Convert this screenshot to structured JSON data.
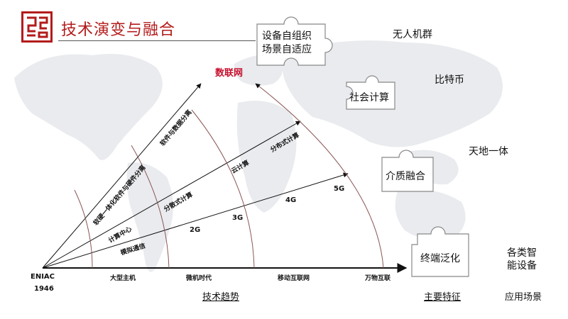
{
  "header": {
    "title": "技术演变与融合",
    "logo_icon": "seal-logo-icon",
    "accent_color": "#b31b1b"
  },
  "origin": {
    "name": "ENIAC",
    "year": "1946"
  },
  "peak_label": "数联网",
  "trend_lines": {
    "software_hardware": [
      "软硬一体化",
      "软件与硬件分离",
      "软件与数据分离"
    ],
    "computing": [
      "计算中心",
      "分散式计算",
      "云计算",
      "分布式计算"
    ],
    "network": [
      "模拟通信",
      "2G",
      "3G",
      "4G",
      "5G"
    ]
  },
  "axis_stages": [
    "大型主机",
    "微机时代",
    "移动互联网",
    "万物互联"
  ],
  "puzzles": {
    "self_organizing": "设备自组织\n场景自适应",
    "social_computing": "社会计算",
    "medium_fusion": "介质融合",
    "terminal_generalization": "终端泛化"
  },
  "applications": {
    "drone_swarm": "无人机群",
    "bitcoin": "比特币",
    "space_ground": "天地一体",
    "smart_devices": "各类智\n能设备"
  },
  "sections": {
    "trend": "技术趋势",
    "feature": "主要特征",
    "scenario": "应用场景"
  }
}
